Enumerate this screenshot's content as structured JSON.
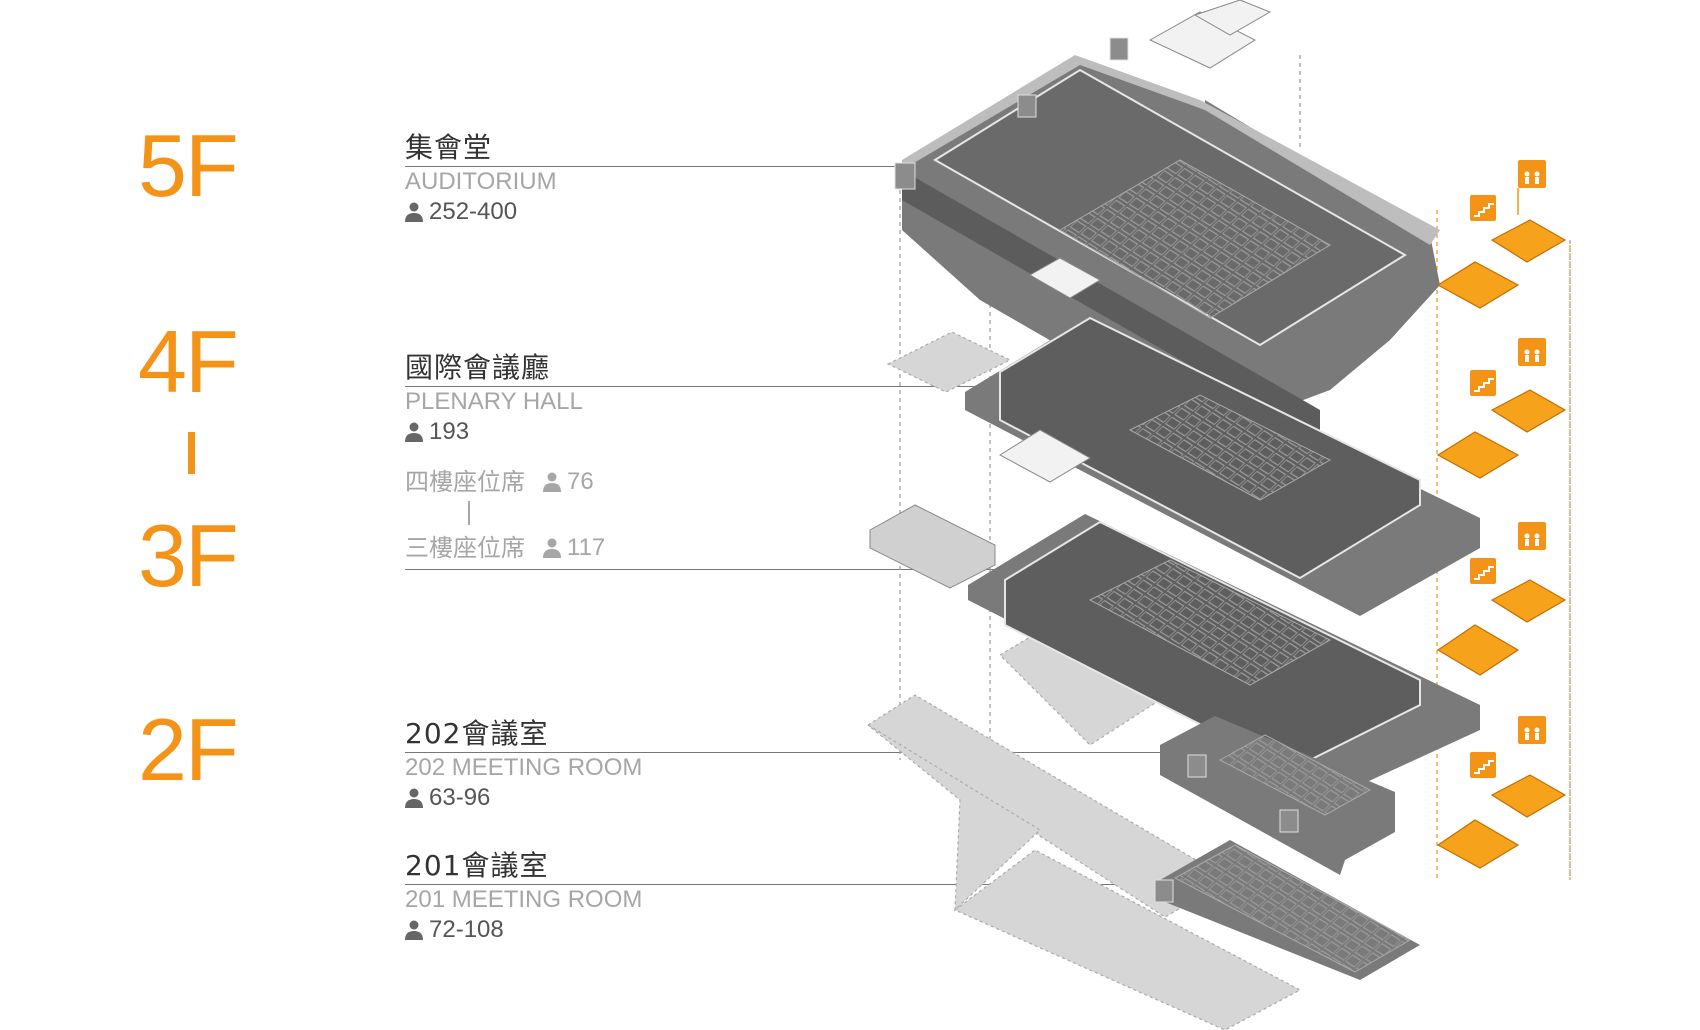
{
  "floors": [
    "5F",
    "4F",
    "3F",
    "2F"
  ],
  "rooms": {
    "auditorium": {
      "zh": "集會堂",
      "en": "AUDITORIUM",
      "capacity": "252-400"
    },
    "plenary": {
      "zh": "國際會議廳",
      "en": "PLENARY HALL",
      "capacity": "193"
    },
    "plenary_4f": {
      "zh": "四樓座位席",
      "capacity": "76"
    },
    "plenary_3f": {
      "zh": "三樓座位席",
      "capacity": "117"
    },
    "room202": {
      "zh": "202會議室",
      "en": "202 MEETING ROOM",
      "capacity": "63-96"
    },
    "room201": {
      "zh": "201會議室",
      "en": "201 MEETING ROOM",
      "capacity": "72-108"
    }
  },
  "colors": {
    "accent": "#f39419",
    "slab": "#6f6f6f",
    "slab_top": "#5e5e5e",
    "label": "#333333",
    "muted": "#a6a6a6"
  },
  "icons": [
    "person-icon",
    "stairs-icon",
    "elevator-icon"
  ]
}
